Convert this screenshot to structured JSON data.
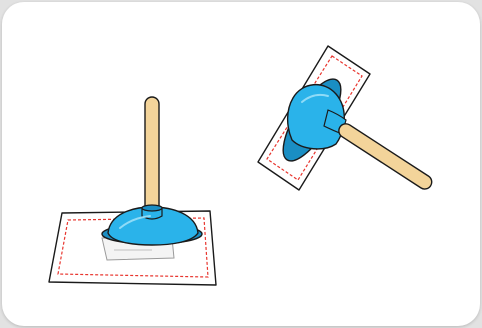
{
  "illustration": {
    "scene": "plunger-on-pad-placement",
    "colors": {
      "background": "#e2e2e2",
      "card": "#ffffff",
      "plunger_cup": "#2ab3ea",
      "plunger_cup_dark": "#1a8ec3",
      "handle": "#f3d49a",
      "pad": "#ffffff",
      "pad_dashed_line": "#e8352e",
      "outline": "#1a1a1a"
    },
    "items": [
      {
        "name": "upright-plunger-on-pad",
        "state": "placed"
      },
      {
        "name": "tilted-plunger-on-pad",
        "state": "lifted"
      }
    ]
  }
}
